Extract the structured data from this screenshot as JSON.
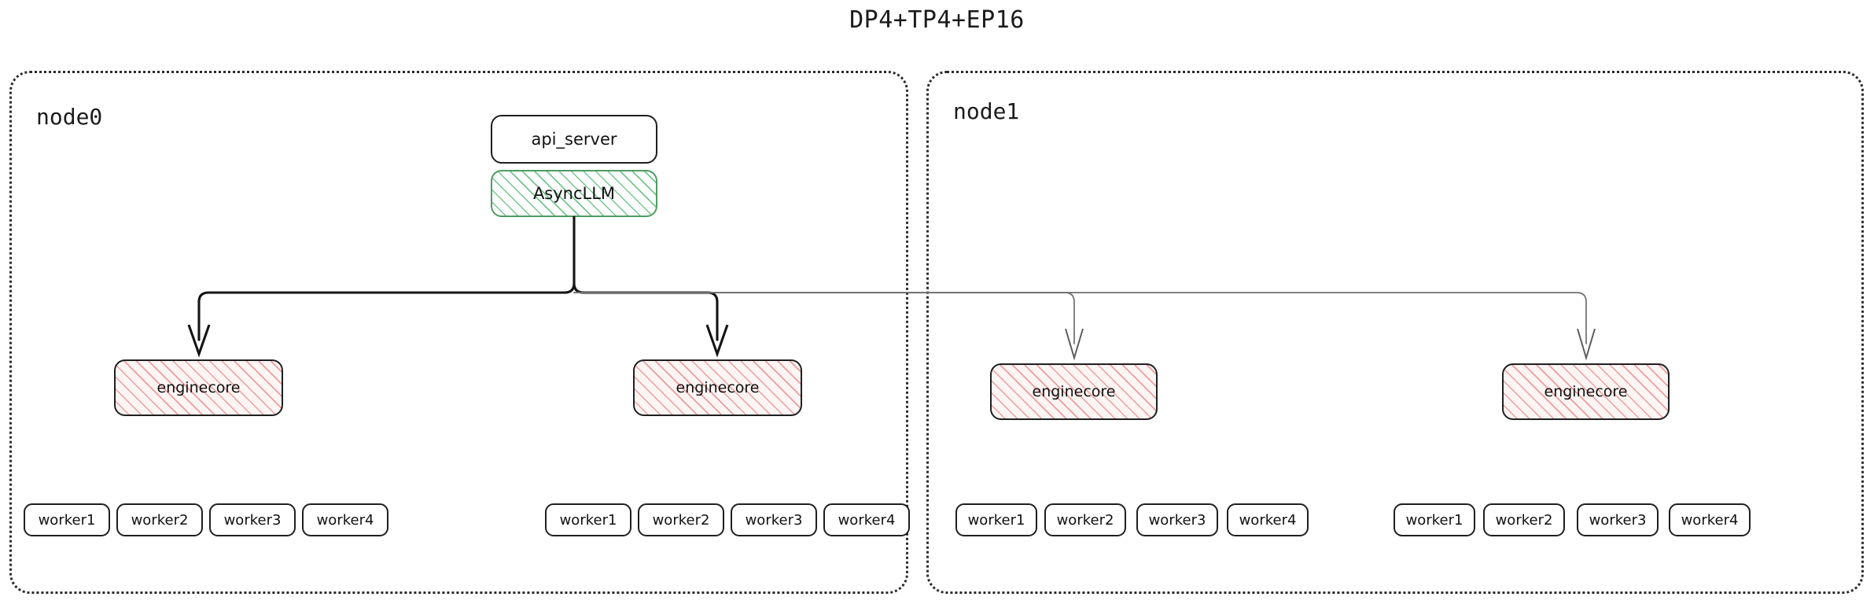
{
  "title": "DP4+TP4+EP16",
  "colors": {
    "background": "#ffffff",
    "text": "#111111",
    "node_border": "#2b2b2b",
    "edge_dark": "#141414",
    "edge_light": "#6f6f6f",
    "asyncllm_hatch": "#6ec387",
    "asyncllm_border": "#4f9b63",
    "enginecore_hatch": "#e89696",
    "enginecore_fill": "#fdf5f4",
    "box_border": "#1f1f1f"
  },
  "nodes": [
    {
      "id": "node0",
      "label": "node0",
      "frontend": {
        "api_server": "api_server",
        "async_llm": "AsyncLLM"
      },
      "engines": [
        {
          "label": "enginecore",
          "arrow_style": "dark",
          "workers": [
            "worker1",
            "worker2",
            "worker3",
            "worker4"
          ]
        },
        {
          "label": "enginecore",
          "arrow_style": "dark",
          "workers": [
            "worker1",
            "worker2",
            "worker3",
            "worker4"
          ]
        }
      ]
    },
    {
      "id": "node1",
      "label": "node1",
      "engines": [
        {
          "label": "enginecore",
          "arrow_style": "light",
          "workers": [
            "worker1",
            "worker2",
            "worker3",
            "worker4"
          ]
        },
        {
          "label": "enginecore",
          "arrow_style": "light",
          "workers": [
            "worker1",
            "worker2",
            "worker3",
            "worker4"
          ]
        }
      ]
    }
  ]
}
